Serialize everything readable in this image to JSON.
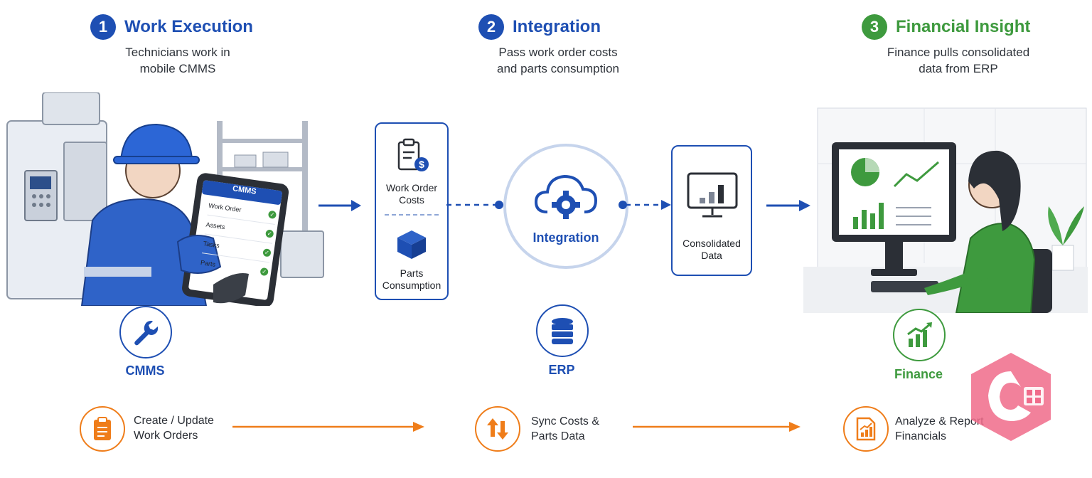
{
  "colors": {
    "blue": "#1e4fb3",
    "green": "#3e9a3e",
    "orange": "#ef7d1a"
  },
  "steps": [
    {
      "number": "1",
      "title": "Work Execution",
      "desc_line1": "Technicians work in",
      "desc_line2": "mobile CMMS"
    },
    {
      "number": "2",
      "title": "Integration",
      "desc_line1": "Pass work order costs",
      "desc_line2": "and parts consumption"
    },
    {
      "number": "3",
      "title": "Financial Insight",
      "desc_line1": "Finance pulls consolidated",
      "desc_line2": "data from ERP"
    }
  ],
  "tablet": {
    "header": "CMMS",
    "items": [
      "Work Order",
      "Assets",
      "Tasks",
      "Parts"
    ]
  },
  "payload_box": {
    "top_line1": "Work Order",
    "top_line2": "Costs",
    "bottom_line1": "Parts",
    "bottom_line2": "Consumption"
  },
  "hub_label": "Integration",
  "consolidated_box": {
    "line1": "Consolidated",
    "line2": "Data"
  },
  "systems": {
    "cmms": "CMMS",
    "erp": "ERP",
    "finance": "Finance"
  },
  "actions": [
    {
      "line1": "Create / Update",
      "line2": "Work Orders",
      "icon": "clipboard-icon"
    },
    {
      "line1": "Sync Costs &",
      "line2": "Parts Data",
      "icon": "sync-arrows-icon"
    },
    {
      "line1": "Analyze & Report",
      "line2": "Financials",
      "icon": "report-chart-icon"
    }
  ]
}
